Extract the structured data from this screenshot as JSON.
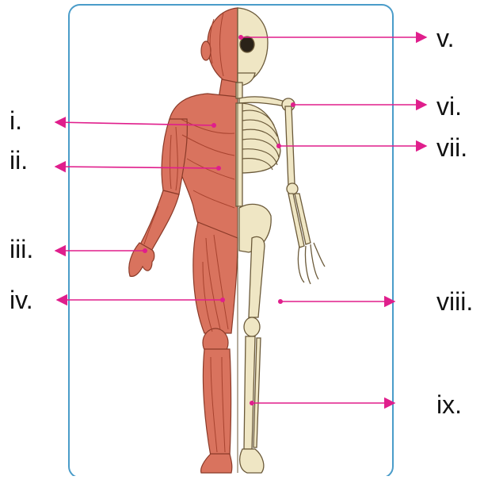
{
  "labels": {
    "i": "i.",
    "ii": "ii.",
    "iii": "iii.",
    "iv": "iv.",
    "v": "v.",
    "vi": "vi.",
    "vii": "vii.",
    "viii": "viii.",
    "ix": "ix."
  },
  "colors": {
    "frame": "#4a9cc9",
    "pointer": "#e01e8c",
    "muscle": "#d9735e",
    "muscle_dark": "#a8432f",
    "bone": "#efe6c4",
    "bone_outline": "#6b5a3a"
  }
}
